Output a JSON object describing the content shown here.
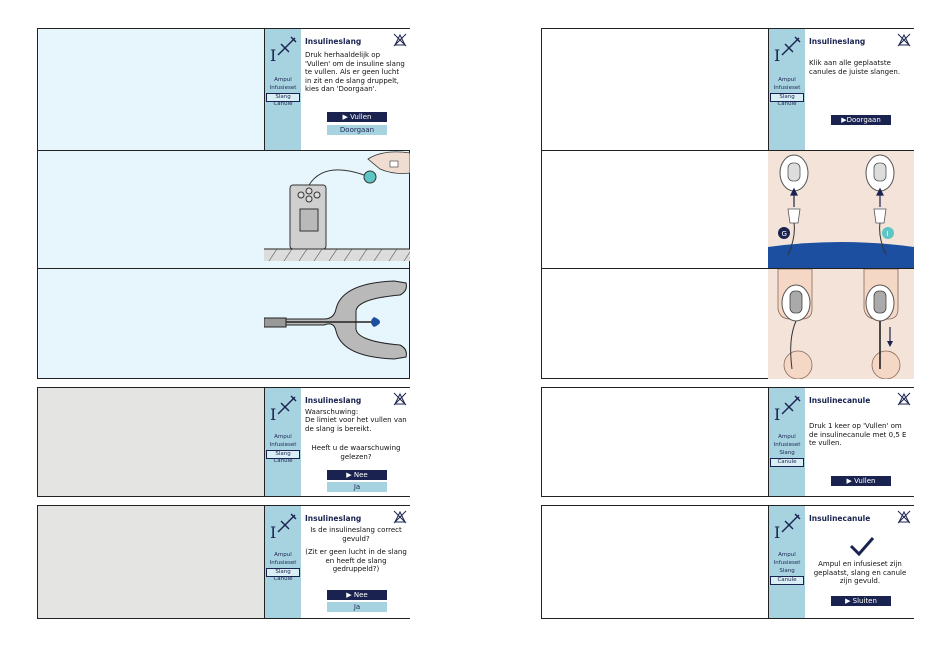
{
  "sidebar": {
    "items": [
      "Ampul",
      "Infusieset",
      "Slang",
      "Canule"
    ],
    "selected": "Slang"
  },
  "screens": {
    "left1": {
      "title": "Insulineslang",
      "text": "Druk herhaaldelijk op 'Vullen' om de insuline slang te vullen. Als er geen lucht in zit en de slang druppelt, kies dan 'Doorgaan'.",
      "btn1": "▶  Vullen",
      "btn2": "Doorgaan"
    },
    "left4": {
      "title": "Insulineslang",
      "line1": "Waarschuwing:",
      "line2": "De limiet voor het vullen van de slang is bereikt.",
      "question": "Heeft u de waarschuwing gelezen?",
      "btn1": "▶  Nee",
      "btn2": "Ja"
    },
    "left5": {
      "title": "Insulineslang",
      "question": "Is de insulineslang correct gevuld?",
      "hint": "(Zit er geen lucht in de slang en heeft de slang gedruppeld?)",
      "btn1": "▶  Nee",
      "btn2": "Ja"
    },
    "right1": {
      "title": "Insulineslang",
      "text": "Klik aan alle geplaatste canules de juiste slangen.",
      "btn1": "▶Doorgaan"
    },
    "right4": {
      "title": "Insulinecanule",
      "text": "Druk 1 keer op 'Vullen' om de insulinecanule met 0,5 E te vullen.",
      "btn1": "▶  Vullen"
    },
    "right5": {
      "title": "Insulinecanule",
      "text": "Ampul en infusieset zijn geplaatst, slang en canule zijn gevuld.",
      "btn1": "▶  Sluiten"
    }
  },
  "labels": {
    "g_badge": "G",
    "i_badge": "I"
  },
  "colors": {
    "navy": "#1a2350",
    "sidebar": "#a7d3e1",
    "panel_blue": "#e6f6fc",
    "panel_gray": "#e4e4e2",
    "skin": "#f3e3d9"
  }
}
